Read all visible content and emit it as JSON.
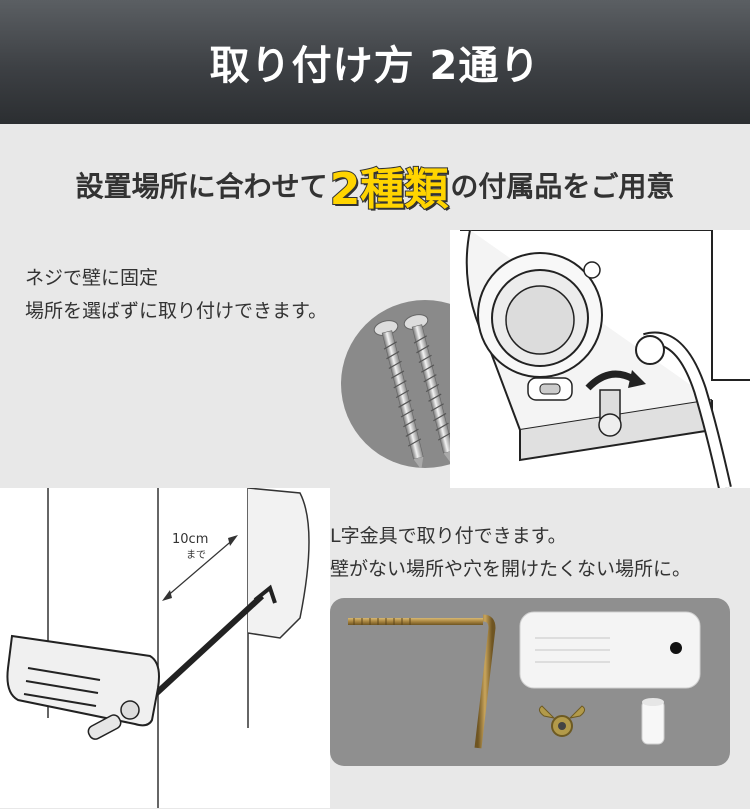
{
  "banner": {
    "title": "取り付け方 2通り"
  },
  "subtitle": {
    "prefix": "設置場所に合わせて",
    "highlight": "2種類",
    "suffix": "の付属品をご用意"
  },
  "screw_option": {
    "line1": "ネジで壁に固定",
    "line2": "場所を選ばずに取り付けできます。"
  },
  "bracket_option": {
    "line1": "L字金具で取り付できます。",
    "line2": "壁がない場所や穴を開けたくない場所に。"
  },
  "diagram": {
    "measure_value": "10cm",
    "measure_suffix": "まで"
  },
  "colors": {
    "banner_dark": "#2b2e31",
    "highlight": "#ffd400",
    "background": "#e8e8e8"
  }
}
